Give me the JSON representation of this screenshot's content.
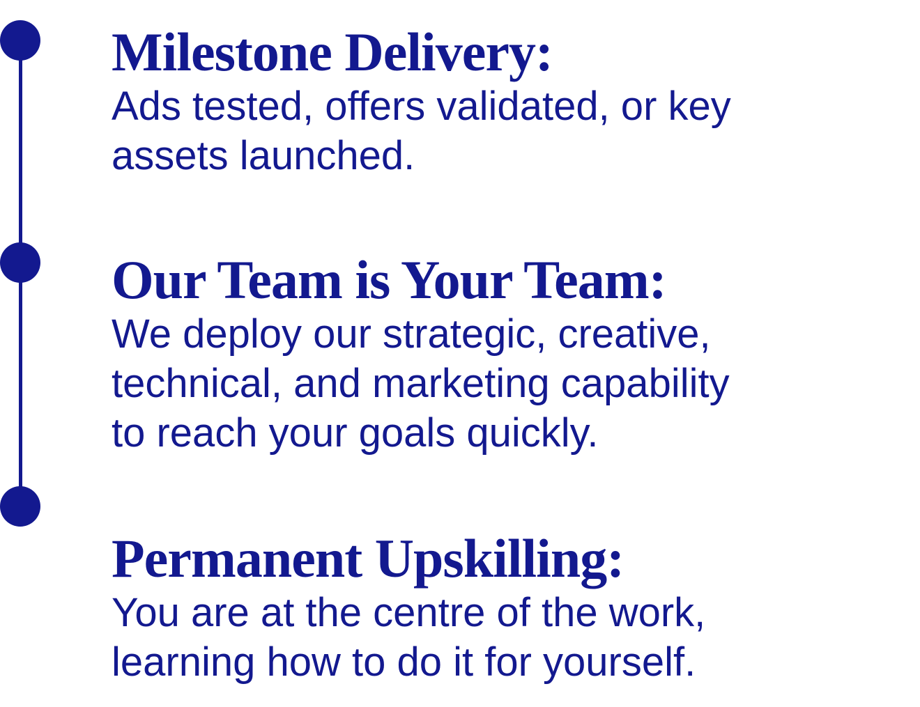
{
  "accent_color": "#13198f",
  "items": [
    {
      "title": "Milestone Delivery:",
      "text": "Ads tested, offers validated, or key\nassets launched."
    },
    {
      "title": "Our Team is Your Team:",
      "text": "We deploy our strategic, creative,\ntechnical, and marketing capability\nto reach your goals quickly."
    },
    {
      "title": "Permanent Upskilling:",
      "text": "You are at the centre of the work,\nlearning how to do it for yourself."
    }
  ]
}
